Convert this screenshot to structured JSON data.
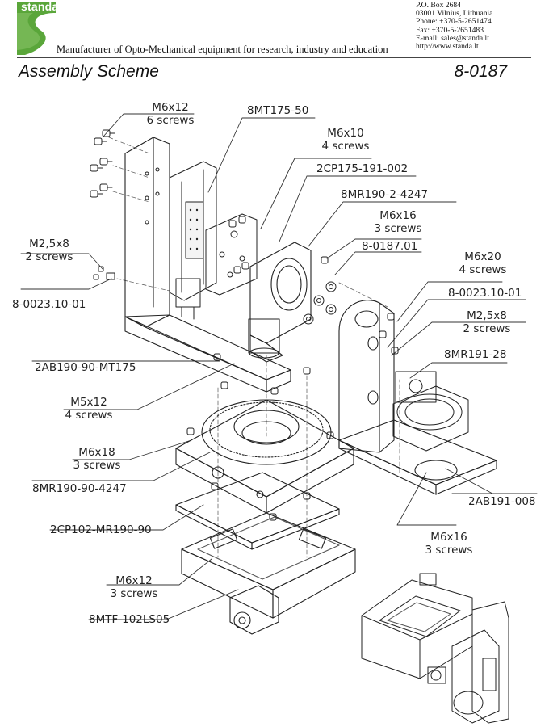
{
  "header": {
    "logo_text": "standa",
    "tagline": "Manufacturer of Opto-Mechanical equipment for research, industry and education",
    "contact": [
      "P.O. Box 2684",
      "03001 Vilnius, Lithuania",
      "Phone: +370-5-2651474",
      "Fax: +370-5-2651483",
      "E-mail: sales@standa.lt",
      "http://www.standa.lt"
    ]
  },
  "title": "Assembly Scheme",
  "doc_number": "8-0187",
  "colors": {
    "brand_green": "#5aa63a",
    "line": "#222222"
  },
  "labels": {
    "m6x12_top": {
      "name": "M6x12",
      "qty": "6 screws"
    },
    "mt175": "8MT175-50",
    "m6x10": {
      "name": "M6x10",
      "qty": "4 screws"
    },
    "cp175": "2CP175-191-002",
    "mr190_2": "8MR190-2-4247",
    "m25x8_left": {
      "name": "M2,5x8",
      "qty": "2 screws"
    },
    "m6x16_top": {
      "name": "M6x16",
      "qty": "3 screws"
    },
    "p80187_01": "8-0187.01",
    "p0023_left": "8-0023.10-01",
    "m6x20": {
      "name": "M6x20",
      "qty": "4 screws"
    },
    "p0023_right": "8-0023.10-01",
    "m25x8_right": {
      "name": "M2,5x8",
      "qty": "2 screws"
    },
    "mr191": "8MR191-28",
    "ab190": "2AB190-90-MT175",
    "m5x12": {
      "name": "M5x12",
      "qty": "4 screws"
    },
    "m6x18": {
      "name": "M6x18",
      "qty": "3 screws"
    },
    "mr190_90": "8MR190-90-4247",
    "ab191": "2AB191-008",
    "cp102": "2CP102-MR190-90",
    "m6x16_bottom": {
      "name": "M6x16",
      "qty": "3 screws"
    },
    "m6x12_bottom": {
      "name": "M6x12",
      "qty": "3 screws"
    },
    "mtf102": "8MTF-102LS05"
  }
}
